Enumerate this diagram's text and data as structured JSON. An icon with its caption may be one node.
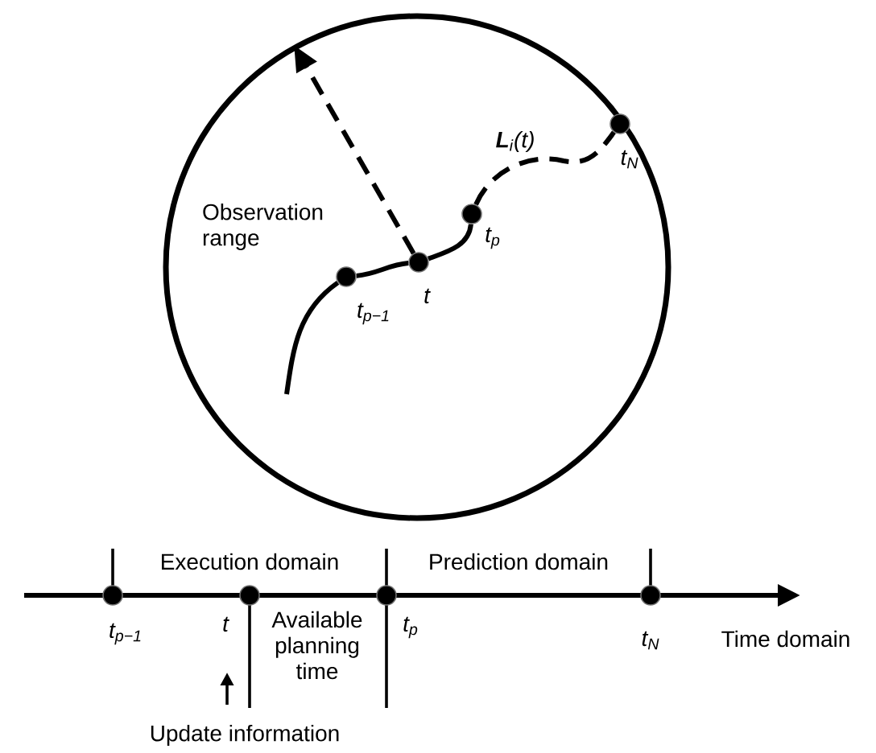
{
  "diagram": {
    "nodes": [
      {
        "text": [
          "Observation range"
        ]
      },
      {
        "text": [],
        "shape": "circle",
        "beside": [
          "t$_{p−1}$"
        ],
        "in": 0
      },
      {
        "text": [],
        "shape": "circle",
        "beside": [
          "t"
        ],
        "in": 0
      },
      {
        "text": [],
        "shape": "circle",
        "beside": [
          "t$_{p}$"
        ],
        "in": 0
      },
      {
        "text": [],
        "shape": "circle",
        "beside": [
          "t$_{N}$"
        ],
        "in": 0
      },
      {
        "text": [],
        "shape": "circle",
        "beside": [
          "t$_{p−1}$"
        ]
      },
      {
        "text": [],
        "shape": "circle",
        "beside": [
          "t"
        ]
      },
      {
        "text": [],
        "shape": "circle",
        "beside": [
          "t$_{p}$"
        ]
      },
      {
        "text": [],
        "shape": "circle",
        "beside": [
          "t$_{N}$"
        ]
      }
    ],
    "edges": [
      {
        "from": null,
        "to": 1,
        "arrow": "none"
      },
      {
        "from": 1,
        "to": 2,
        "arrow": "none"
      },
      {
        "from": 2,
        "to": 3,
        "arrow": "none"
      },
      {
        "from": 3,
        "to": 4,
        "arrow": "none",
        "style": "dashed",
        "label": "**L**$_{i}$(t)"
      },
      {
        "from": 2,
        "to": 0,
        "arrow": "to",
        "style": "dashed"
      }
    ],
    "labels": [
      "Execution domain",
      "Prediction domain",
      "Available planning time",
      "Time domain",
      "Update information"
    ]
  }
}
